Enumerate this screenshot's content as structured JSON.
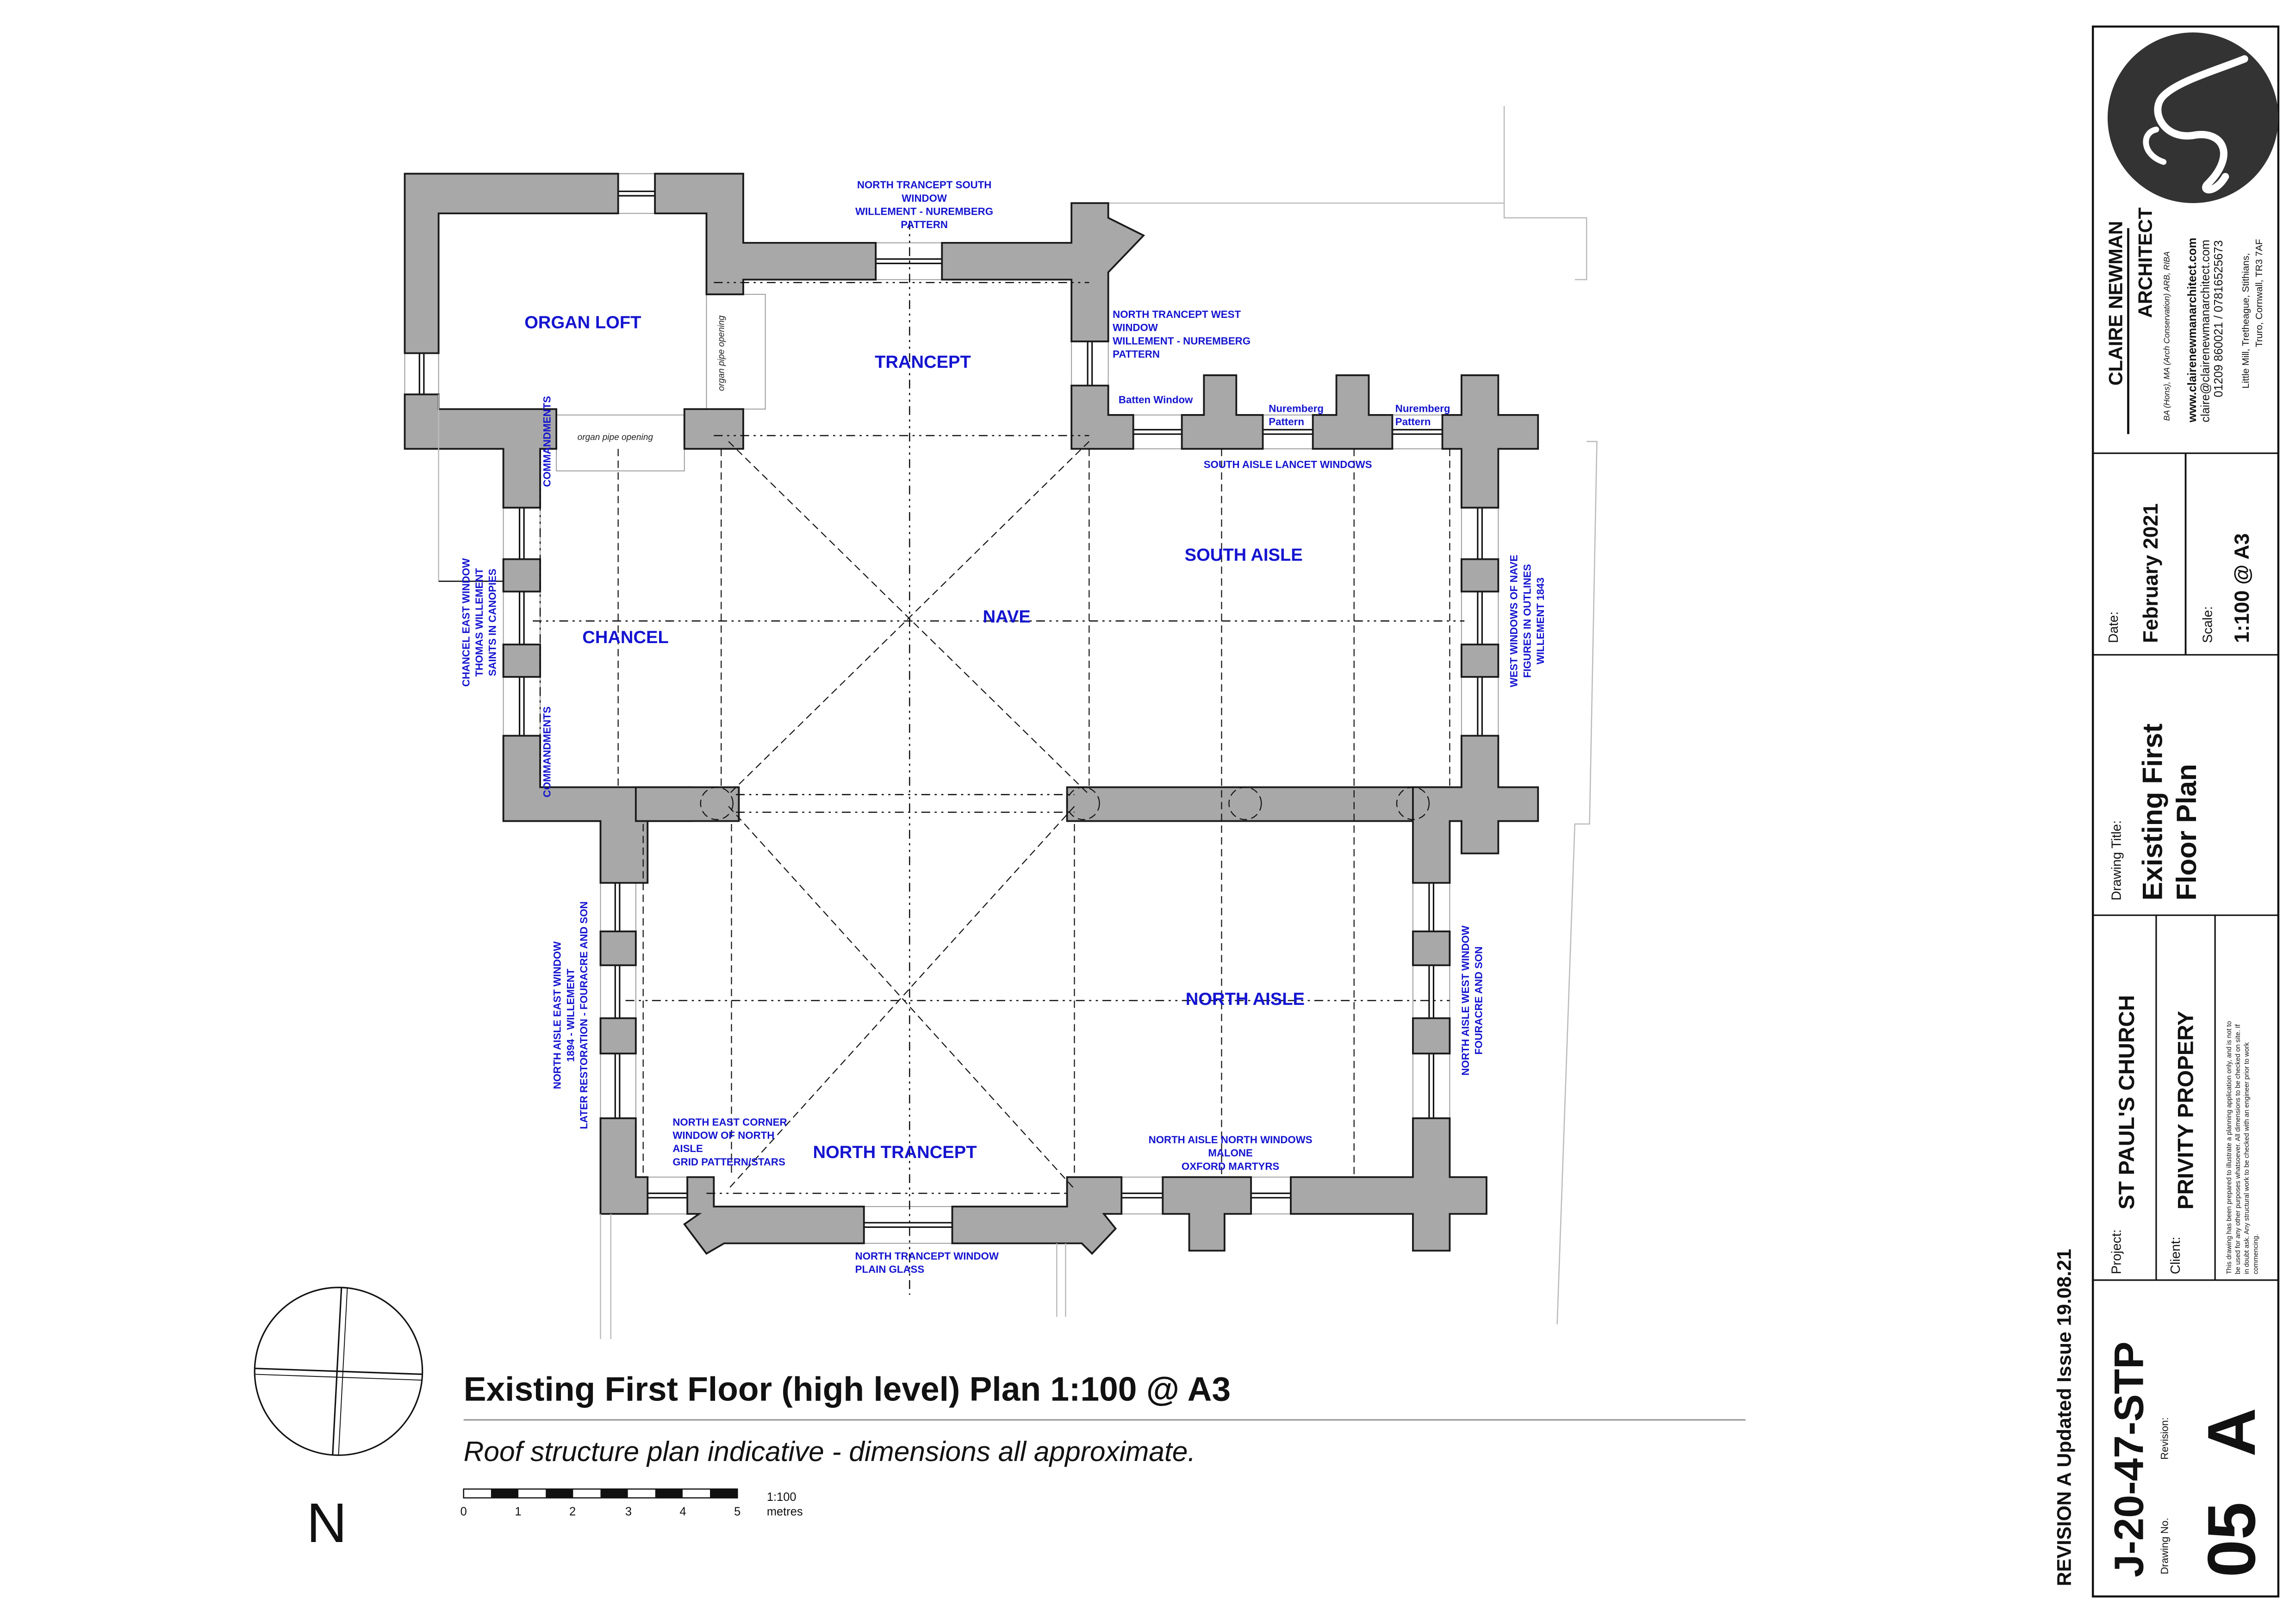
{
  "rooms": {
    "organ_loft": "ORGAN LOFT",
    "trancept": "TRANCEPT",
    "south_aisle": "SOUTH AISLE",
    "nave": "NAVE",
    "chancel": "CHANCEL",
    "north_aisle": "NORTH AISLE",
    "north_trancept": "NORTH TRANCEPT"
  },
  "notes": {
    "nt_south_window": [
      "NORTH TRANCEPT SOUTH",
      "WINDOW",
      "WILLEMENT - NUREMBERG",
      "PATTERN"
    ],
    "nt_west_window": [
      "NORTH TRANCEPT WEST",
      "WINDOW",
      "WILLEMENT - NUREMBERG",
      "PATTERN"
    ],
    "batten_window": "Batten Window",
    "nuremberg_1": [
      "Nuremberg",
      "Pattern"
    ],
    "nuremberg_2": [
      "Nuremberg",
      "Pattern"
    ],
    "south_aisle_lancet": "SOUTH AISLE LANCET WINDOWS",
    "chancel_east_window": [
      "CHANCEL EAST WINDOW",
      "THOMAS WILLEMENT",
      "SAINTS IN CANOPIES"
    ],
    "commandments_1": "COMMANDMENTS",
    "commandments_2": "COMMANDMENTS",
    "organ_pipe_opening_1": "organ pipe opening",
    "organ_pipe_opening_2": "organ pipe opening",
    "west_windows_nave": [
      "WEST WINDOWS OF NAVE",
      "FIGURES IN OUTLINES",
      "WILLEMENT 1843"
    ],
    "north_aisle_east_window": [
      "NORTH AISLE EAST WINDOW",
      "1894 - WILLEMENT",
      "LATER RESTORATION - FOURACRE AND SON"
    ],
    "north_aisle_west_window": [
      "NORTH AISLE WEST WINDOW",
      "FOURACRE AND SON"
    ],
    "ne_corner_window": [
      "NORTH EAST CORNER",
      "WINDOW OF NORTH",
      "AISLE",
      "GRID PATTERN/STARS"
    ],
    "north_aisle_north_windows": [
      "NORTH AISLE NORTH WINDOWS",
      "MALONE",
      "OXFORD MARTYRS"
    ],
    "north_trancept_window": [
      "NORTH TRANCEPT WINDOW",
      "PLAIN GLASS"
    ]
  },
  "drawing": {
    "title": "Existing First Floor (high level) Plan 1:100 @ A3",
    "subtitle": "Roof structure plan indicative - dimensions all approximate.",
    "north_label": "N",
    "scale_bar": {
      "ticks": [
        "0",
        "1",
        "2",
        "3",
        "4",
        "5"
      ],
      "ratio": "1:100",
      "unit": "metres"
    }
  },
  "title_block": {
    "architect_name": "CLAIRE NEWMAN",
    "architect_role": "ARCHITECT",
    "qualifications": "BA (Hons), MA (Arch Conservation) ARB, RIBA",
    "website": "www.clairenewmanarchitect.com",
    "email": "claire@clairenewmanarchitect.com",
    "phone": "01209 860021 / 07816525673",
    "address_1": "Little Mill, Tretheague, Stithians,",
    "address_2": "Truro, Cornwall, TR3 7AF",
    "date_label": "Date:",
    "date": "February 2021",
    "scale_label": "Scale:",
    "scale": "1:100 @ A3",
    "drawing_title_label": "Drawing Title:",
    "drawing_title": [
      "Existing First",
      "Floor Plan"
    ],
    "project_label": "Project:",
    "project": "ST PAUL'S CHURCH",
    "client_label": "Client:",
    "client": "PRIVITY PROPERY",
    "disclaimer": [
      "This drawing has been prepared to illustrate a planning application only, and is not to",
      "be used for any other purposes whatsoever.   All dimensions to be checked on site.  If",
      "in doubt ask.   Any structural work to be checked with an engineer prior to work",
      "commencing."
    ],
    "drawing_no_label": "Drawing No.",
    "job_number": "J-20-47-STP",
    "revision_label": "Revision:",
    "drawing_no": "05",
    "revision": "A",
    "revision_note": "REVISION A Updated Issue 19.08.21"
  },
  "colors": {
    "annotation": "#1414d0",
    "wall": "#a8a8a8",
    "logo": "#333333"
  }
}
